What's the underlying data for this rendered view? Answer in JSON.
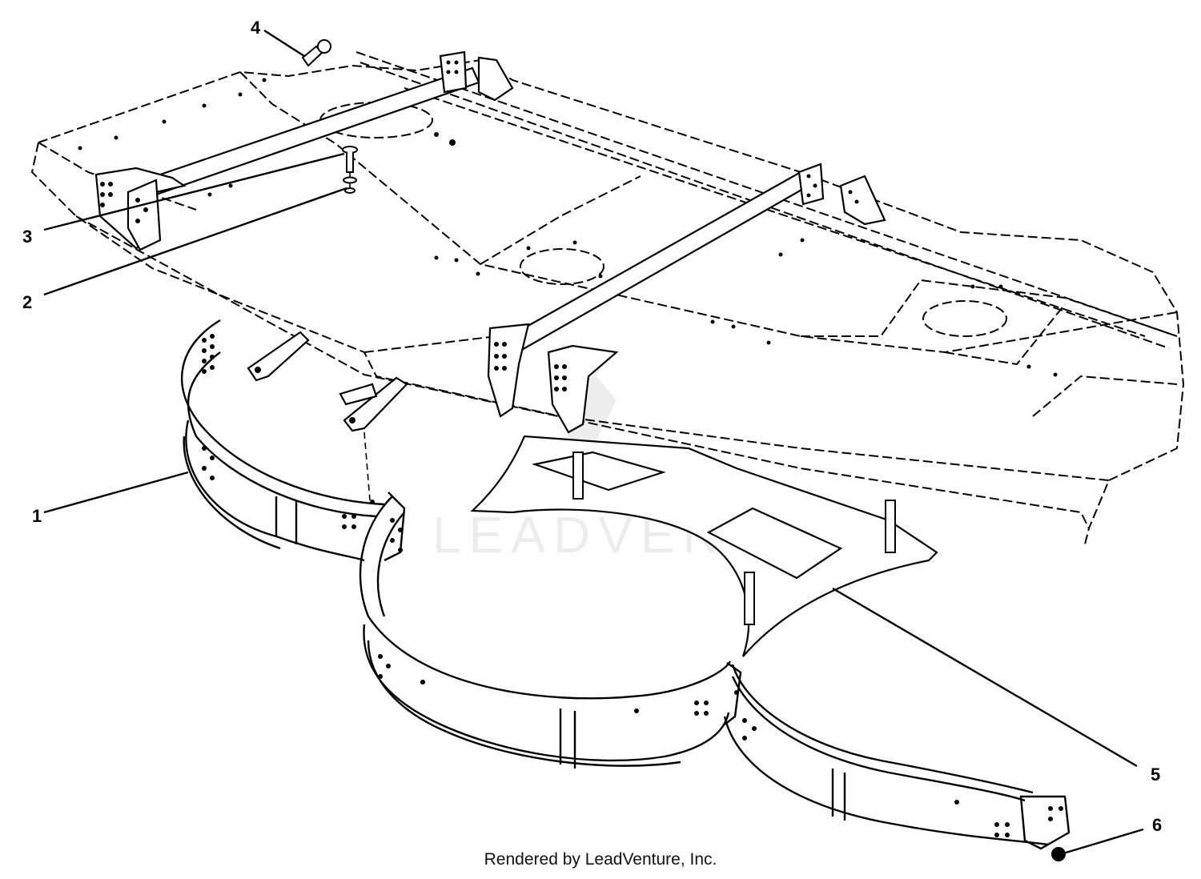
{
  "callouts": [
    {
      "label": "1"
    },
    {
      "label": "2"
    },
    {
      "label": "3"
    },
    {
      "label": "4"
    },
    {
      "label": "5"
    },
    {
      "label": "6"
    }
  ],
  "watermark": "LEADVENTURE",
  "credit": "Rendered by LeadVenture, Inc."
}
